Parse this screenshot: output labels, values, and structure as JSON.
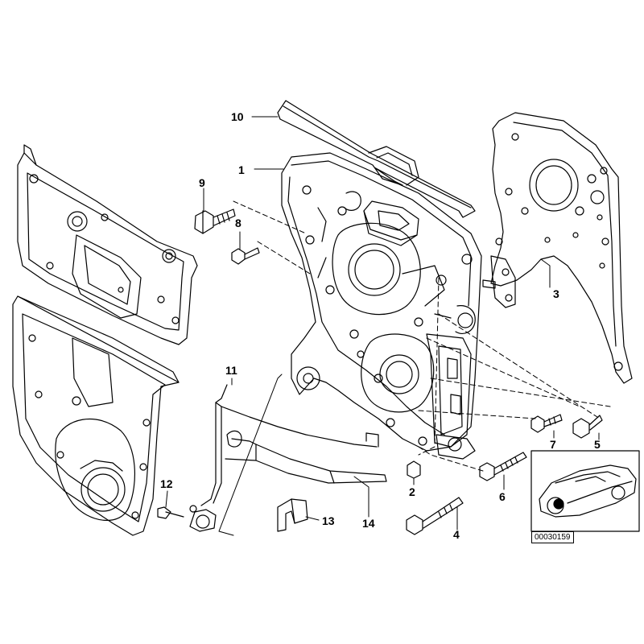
{
  "callouts": {
    "c1": "1",
    "c2": "2",
    "c3": "3",
    "c4": "4",
    "c5": "5",
    "c6": "6",
    "c7": "7",
    "c8": "8",
    "c9": "9",
    "c10": "10",
    "c11": "11",
    "c12": "12",
    "c13": "13",
    "c14": "14"
  },
  "thumbnail": {
    "code": "00030159"
  },
  "colors": {
    "line": "#000000",
    "background": "#ffffff",
    "shade": "#dddddd"
  }
}
